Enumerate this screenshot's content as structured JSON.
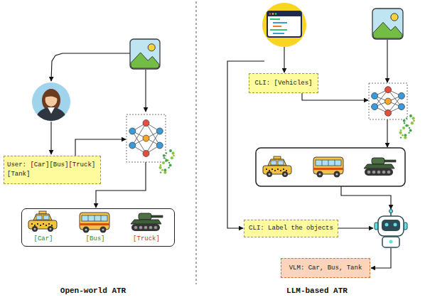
{
  "diagram": {
    "nodes": [
      {
        "text": [
          "User: [Car][Bus][Truck] [Tank]"
        ]
      },
      {
        "text": [
          "[Car]",
          "[Bus]",
          "[Truck]"
        ]
      },
      {
        "text": [
          "CLI: [Vehicles]"
        ]
      },
      {
        "text": [
          "CLI: Label the objects"
        ]
      },
      {
        "text": [
          "VLM: Car, Bus, Tank"
        ]
      }
    ],
    "labels": [
      "Open-world ATR",
      "LLM-based ATR"
    ]
  }
}
